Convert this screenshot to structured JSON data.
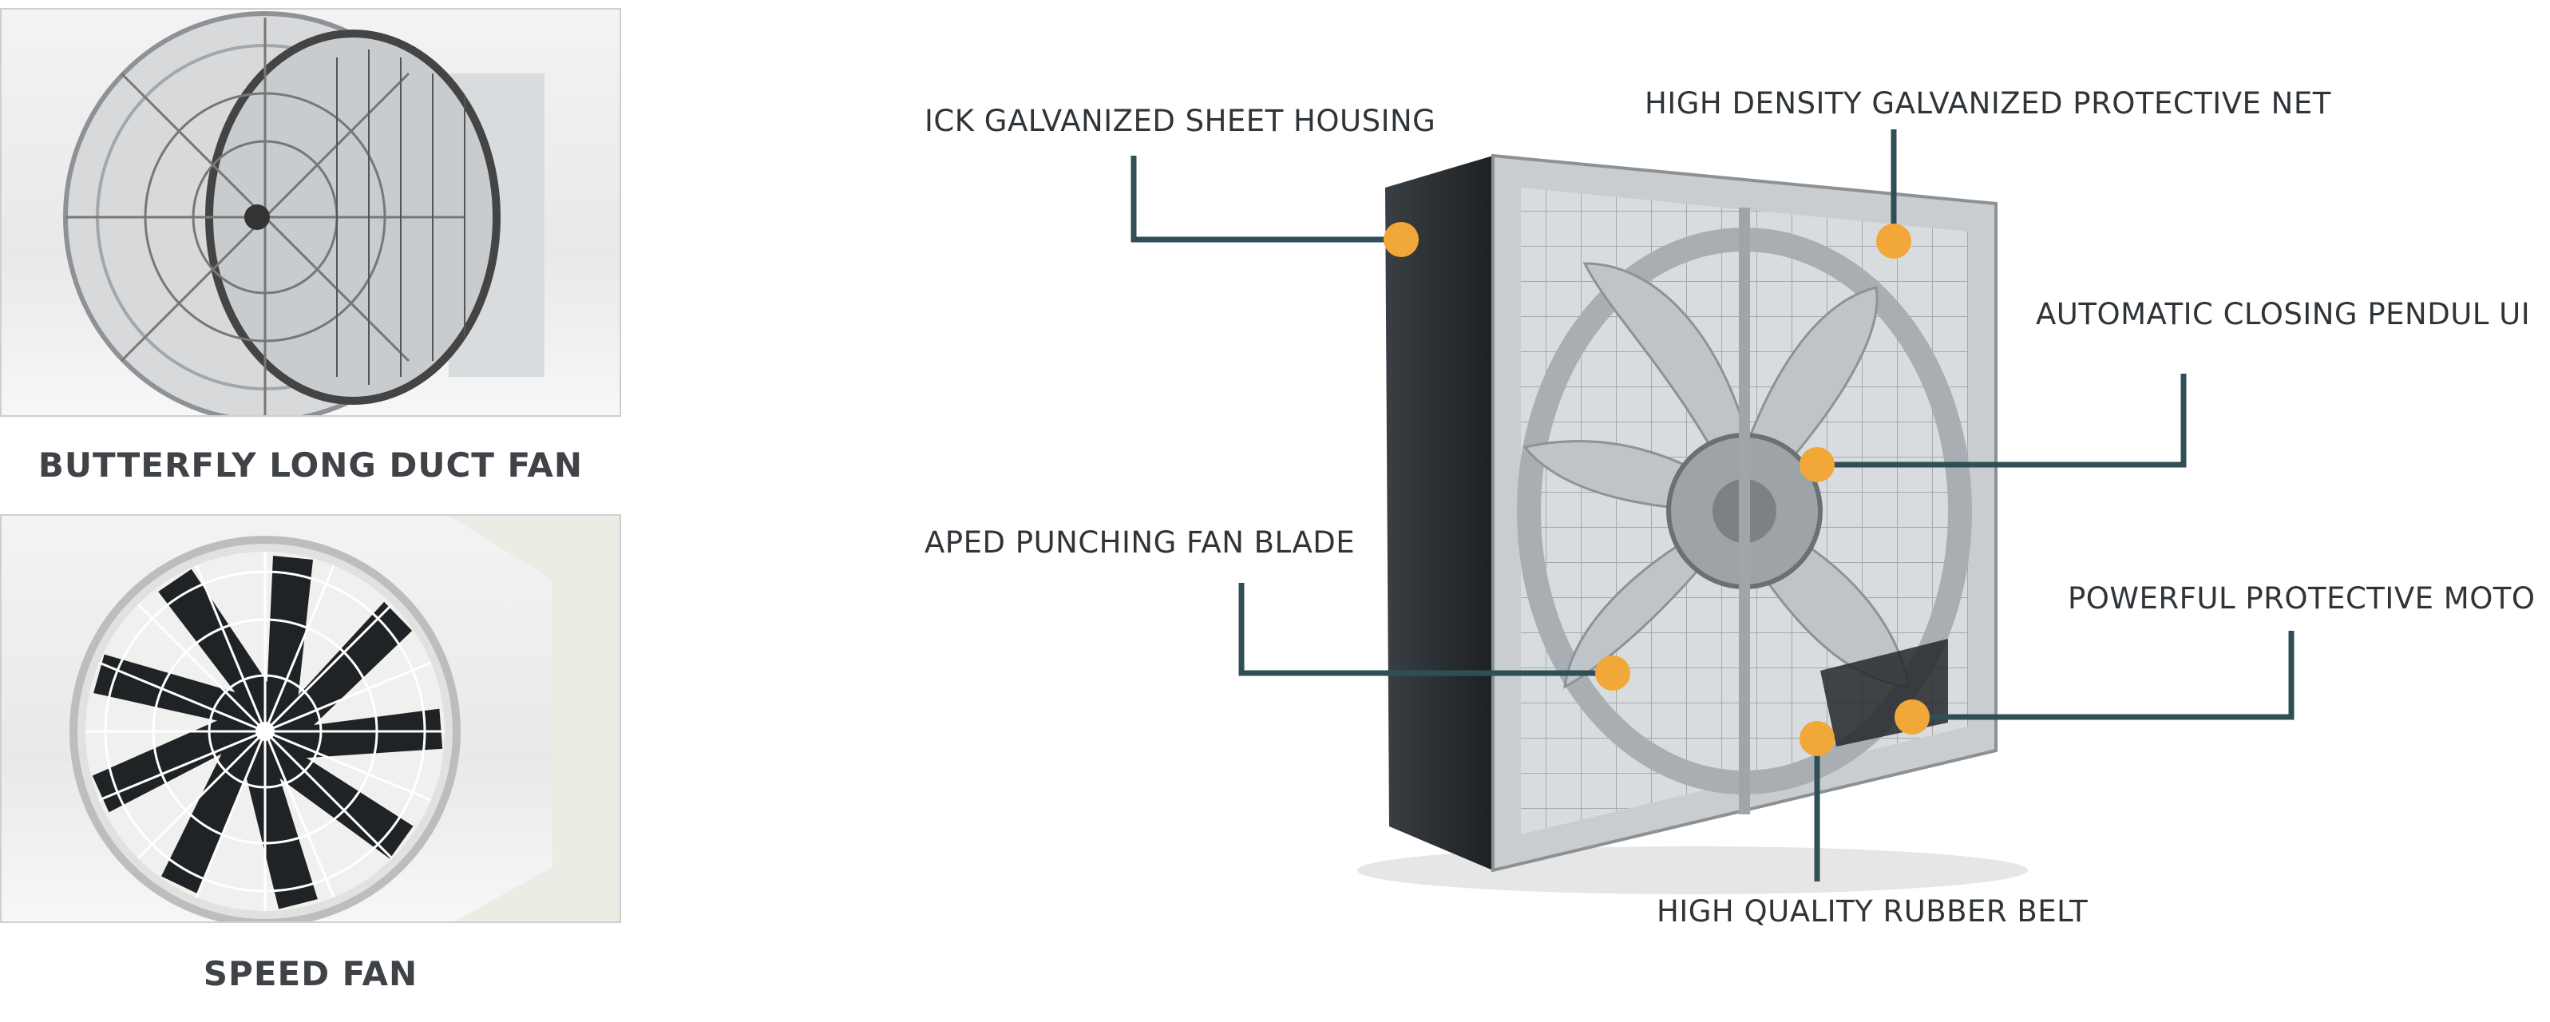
{
  "thumbnails": [
    {
      "caption": "BUTTERFLY LONG DUCT FAN"
    },
    {
      "caption": "SPEED FAN"
    }
  ],
  "callouts": [
    {
      "label": "ICK GALVANIZED SHEET HOUSING"
    },
    {
      "label": "HIGH DENSITY GALVANIZED PROTECTIVE NET"
    },
    {
      "label": "AUTOMATIC CLOSING PENDUL UI"
    },
    {
      "label": "APED PUNCHING FAN BLADE"
    },
    {
      "label": "POWERFUL PROTECTIVE MOTOI"
    },
    {
      "label": "HIGH QUALITY RUBBER BELT"
    }
  ],
  "colors": {
    "callout_line": "#2f4f55",
    "callout_dot": "#f2a838",
    "caption_text": "#3f4347",
    "housing_dark": "#2b2f33",
    "frame_metal": "#c9cdd0"
  }
}
